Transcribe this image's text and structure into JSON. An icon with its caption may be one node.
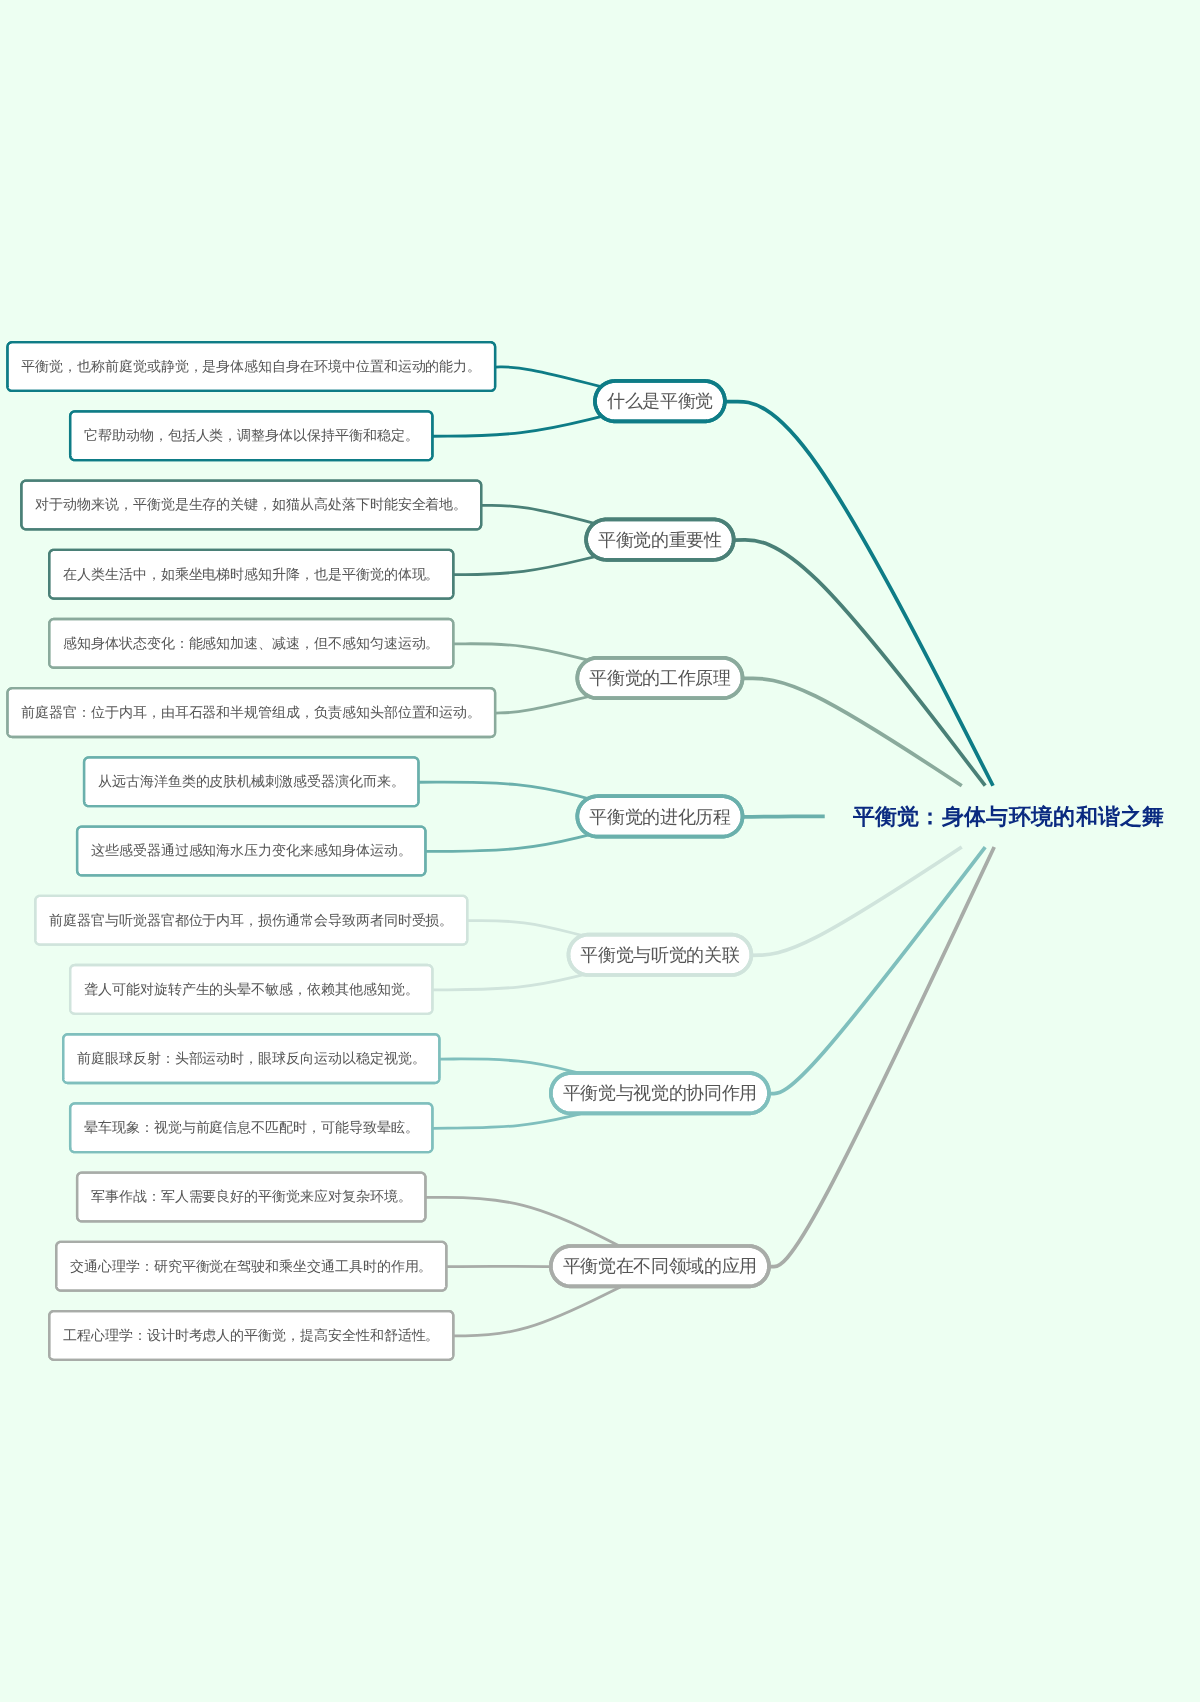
{
  "diagram": {
    "nodes": [
      {
        "text": [
          "平衡觉：身体与环境的和谐之舞"
        ]
      },
      {
        "text": [
          "什么是平衡觉"
        ]
      },
      {
        "text": [
          "平衡觉，也称前庭觉或静觉，是身体感知自身在环境中位置和运动的能力。"
        ]
      },
      {
        "text": [
          "它帮助动物，包括人类，调整身体以保持平衡和稳定。"
        ]
      },
      {
        "text": [
          "平衡觉的重要性"
        ]
      },
      {
        "text": [
          "对于动物来说，平衡觉是生存的关键，如猫从高处落下时能安全着地。"
        ]
      },
      {
        "text": [
          "在人类生活中，如乘坐电梯时感知升降，也是平衡觉的体现。"
        ]
      },
      {
        "text": [
          "平衡觉的工作原理"
        ]
      },
      {
        "text": [
          "感知身体状态变化：能感知加速、减速，但不感知匀速运动。"
        ]
      },
      {
        "text": [
          "前庭器官：位于内耳，由耳石器和半规管组成，负责感知头部位置和运动。"
        ]
      },
      {
        "text": [
          "平衡觉的进化历程"
        ]
      },
      {
        "text": [
          "从远古海洋鱼类的皮肤机械刺激感受器演化而来。"
        ]
      },
      {
        "text": [
          "这些感受器通过感知海水压力变化来感知身体运动。"
        ]
      },
      {
        "text": [
          "平衡觉与听觉的关联"
        ]
      },
      {
        "text": [
          "前庭器官与听觉器官都位于内耳，损伤通常会导致两者同时受损。"
        ]
      },
      {
        "text": [
          "聋人可能对旋转产生的头晕不敏感，依赖其他感知觉。"
        ]
      },
      {
        "text": [
          "平衡觉与视觉的协同作用"
        ]
      },
      {
        "text": [
          "前庭眼球反射：头部运动时，眼球反向运动以稳定视觉。"
        ]
      },
      {
        "text": [
          "晕车现象：视觉与前庭信息不匹配时，可能导致晕眩。"
        ]
      },
      {
        "text": [
          "平衡觉在不同领域的应用"
        ]
      },
      {
        "text": [
          "军事作战：军人需要良好的平衡觉来应对复杂环境。"
        ]
      },
      {
        "text": [
          "交通心理学：研究平衡觉在驾驶和乘坐交通工具时的作用。"
        ]
      },
      {
        "text": [
          "工程心理学：设计时考虑人的平衡觉，提高安全性和舒适性。"
        ]
      }
    ],
    "edges": [
      {
        "from": 0,
        "to": 1,
        "arrow": "none",
        "color": "#0e7c86"
      },
      {
        "from": 1,
        "to": 2,
        "arrow": "none",
        "color": "#0e7c86"
      },
      {
        "from": 1,
        "to": 3,
        "arrow": "none",
        "color": "#0e7c86"
      },
      {
        "from": 0,
        "to": 4,
        "arrow": "none",
        "color": "#4a8077"
      },
      {
        "from": 4,
        "to": 5,
        "arrow": "none",
        "color": "#4a8077"
      },
      {
        "from": 4,
        "to": 6,
        "arrow": "none",
        "color": "#4a8077"
      },
      {
        "from": 0,
        "to": 7,
        "arrow": "none",
        "color": "#8aaa9c"
      },
      {
        "from": 7,
        "to": 8,
        "arrow": "none",
        "color": "#8aaa9c"
      },
      {
        "from": 7,
        "to": 9,
        "arrow": "none",
        "color": "#8aaa9c"
      },
      {
        "from": 0,
        "to": 10,
        "arrow": "none",
        "color": "#6ab0ac"
      },
      {
        "from": 10,
        "to": 11,
        "arrow": "none",
        "color": "#6ab0ac"
      },
      {
        "from": 10,
        "to": 12,
        "arrow": "none",
        "color": "#6ab0ac"
      },
      {
        "from": 0,
        "to": 13,
        "arrow": "none",
        "color": "#d0e4dc"
      },
      {
        "from": 13,
        "to": 14,
        "arrow": "none",
        "color": "#d0e4dc"
      },
      {
        "from": 13,
        "to": 15,
        "arrow": "none",
        "color": "#d0e4dc"
      },
      {
        "from": 0,
        "to": 16,
        "arrow": "none",
        "color": "#7fbfbd"
      },
      {
        "from": 16,
        "to": 17,
        "arrow": "none",
        "color": "#7fbfbd"
      },
      {
        "from": 16,
        "to": 18,
        "arrow": "none",
        "color": "#7fbfbd"
      },
      {
        "from": 0,
        "to": 19,
        "arrow": "none",
        "color": "#a8aca8"
      },
      {
        "from": 19,
        "to": 20,
        "arrow": "none",
        "color": "#a8aca8"
      },
      {
        "from": 19,
        "to": 21,
        "arrow": "none",
        "color": "#a8aca8"
      },
      {
        "from": 19,
        "to": 22,
        "arrow": "none",
        "color": "#a8aca8"
      }
    ]
  }
}
